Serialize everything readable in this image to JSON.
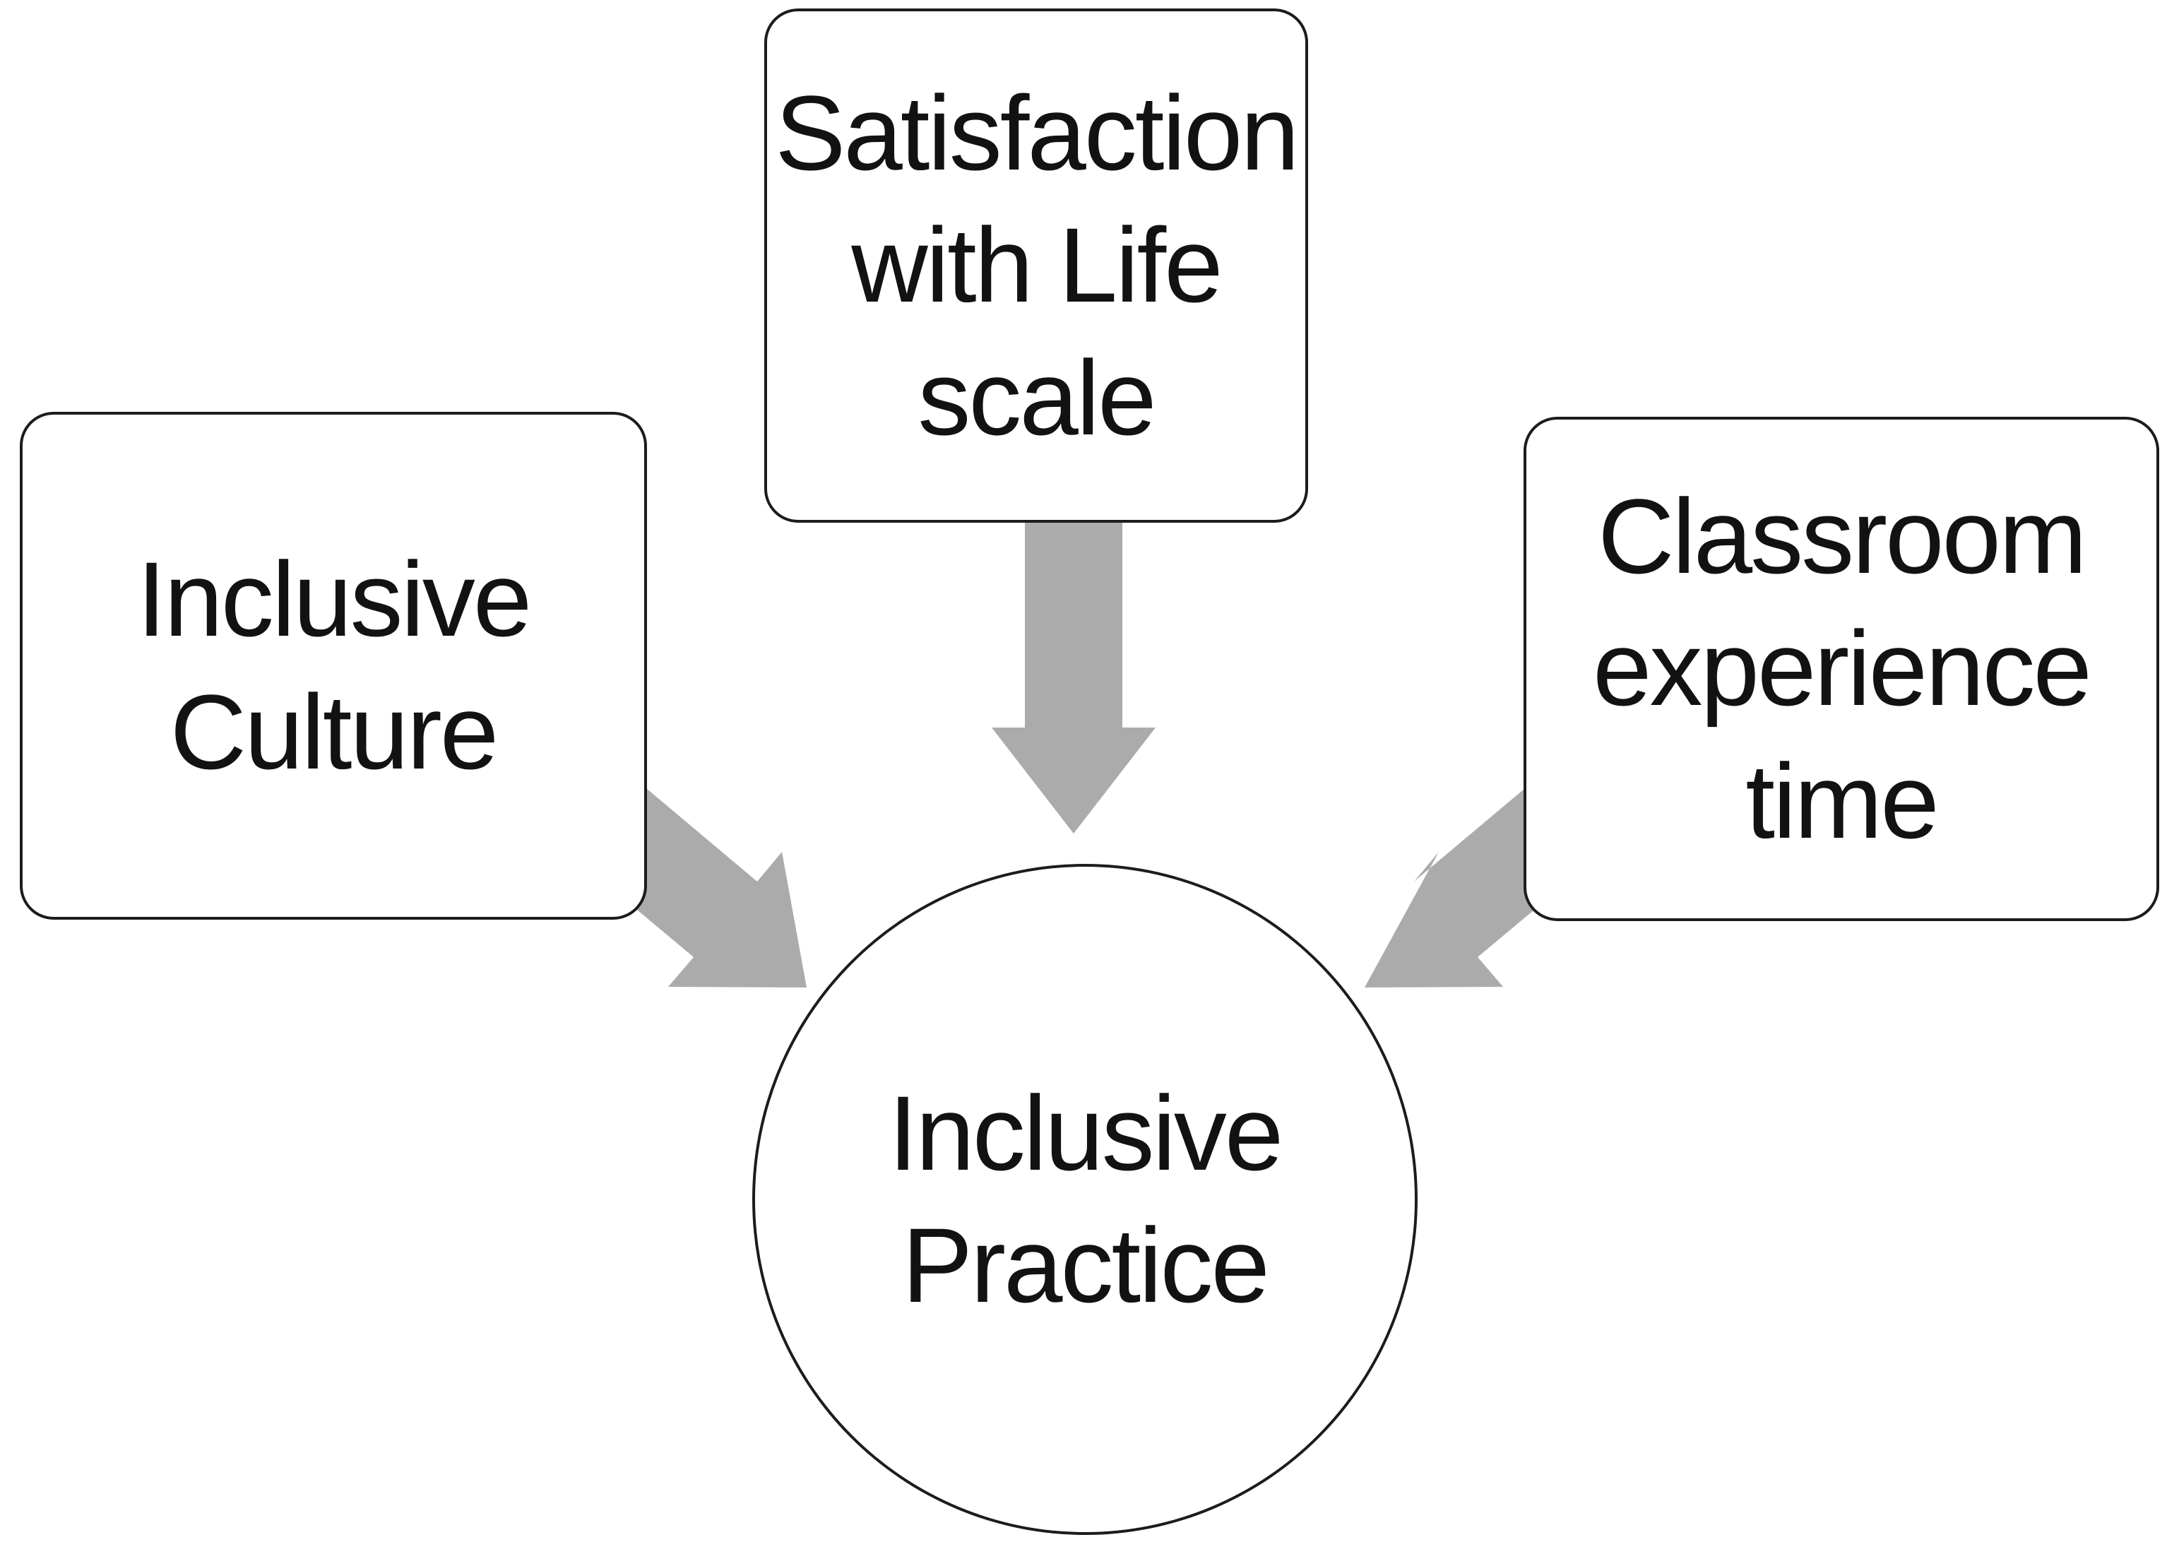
{
  "figure": {
    "type": "diagram",
    "title": "",
    "nodes": {
      "inclusive_culture": {
        "label": "Inclusive\nCulture",
        "shape": "rounded-rectangle",
        "position": "left"
      },
      "satisfaction_with_life": {
        "label": "Satisfaction\nwith Life\nscale",
        "shape": "rounded-rectangle",
        "position": "top-center"
      },
      "classroom_experience": {
        "label": "Classroom\nexperience\ntime",
        "shape": "rounded-rectangle",
        "position": "right"
      },
      "inclusive_practice": {
        "label": "Inclusive\nPractice",
        "shape": "circle",
        "position": "bottom-center"
      }
    },
    "edges": [
      {
        "from": "inclusive_culture",
        "to": "inclusive_practice",
        "style": "thick-gray-block-arrow"
      },
      {
        "from": "satisfaction_with_life",
        "to": "inclusive_practice",
        "style": "thick-gray-block-arrow"
      },
      {
        "from": "classroom_experience",
        "to": "inclusive_practice",
        "style": "thick-gray-block-arrow"
      }
    ],
    "colors": {
      "arrow": "#ababab",
      "line": "#1c1c1c",
      "text": "#121212",
      "background": "#ffffff"
    }
  }
}
